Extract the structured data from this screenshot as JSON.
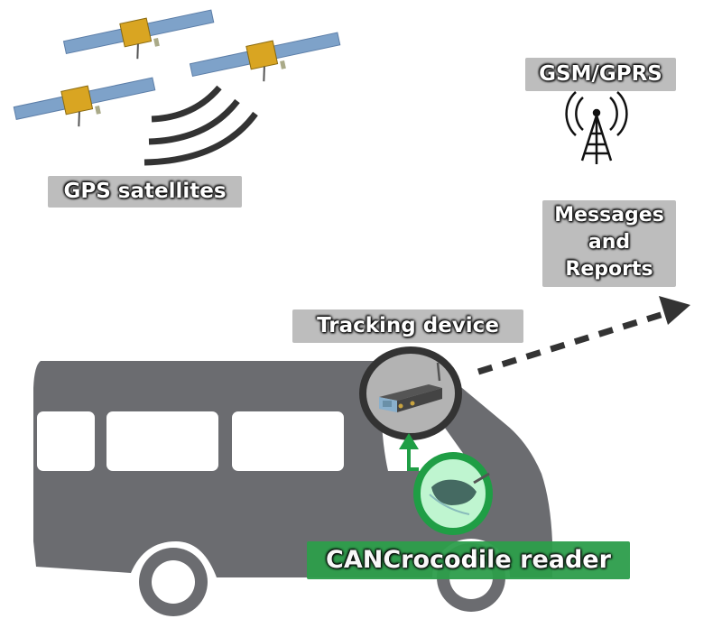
{
  "labels": {
    "gps": "GPS satellites",
    "gsm": "GSM/GPRS",
    "messages_line1": "Messages",
    "messages_line2": "and",
    "messages_line3": "Reports",
    "tracking": "Tracking device",
    "reader": "CANCrocodile reader"
  },
  "colors": {
    "van": "#6b6c70",
    "label_bg": "#bdbdbd",
    "reader_green": "#1f9e45",
    "reader_fill": "#bff5d0",
    "signal": "#333333",
    "device_ring": "#333333",
    "device_fill": "#b3b3b3"
  }
}
